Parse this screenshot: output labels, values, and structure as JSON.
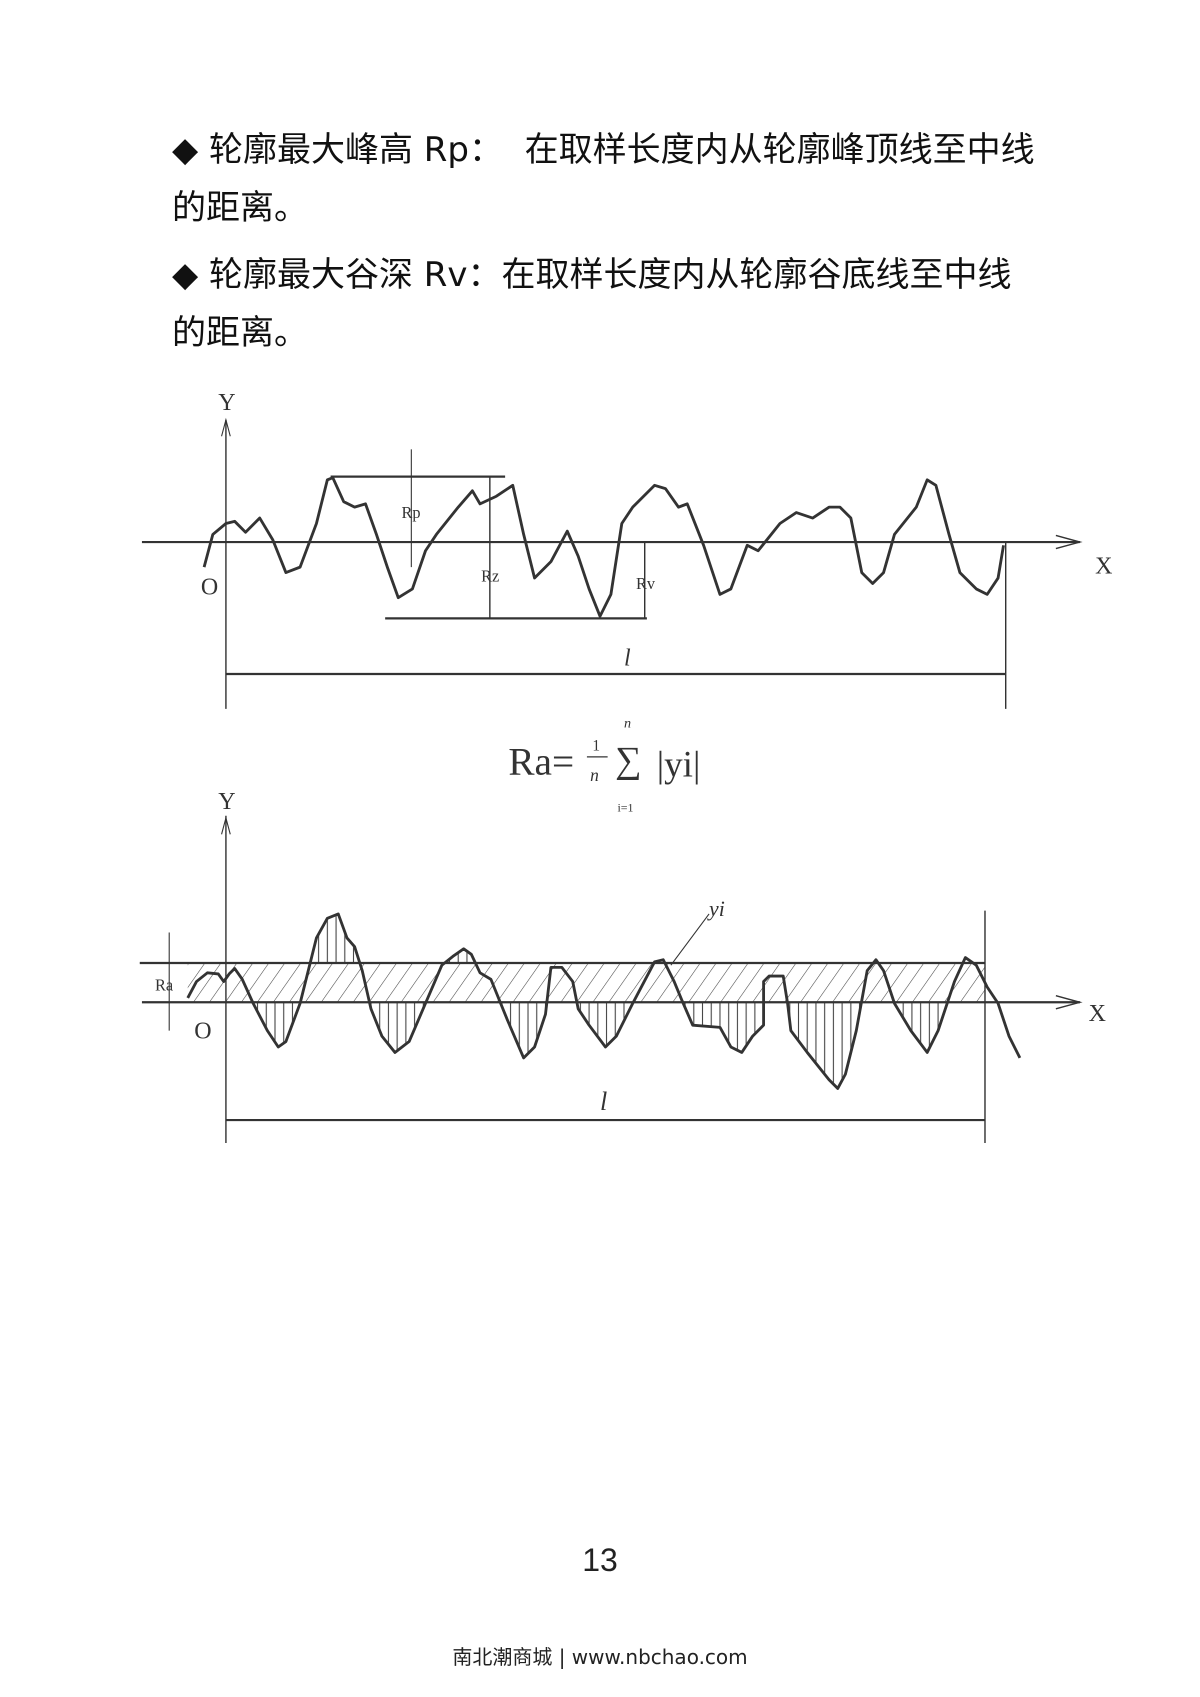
{
  "paragraphs": [
    {
      "line1": "◆ 轮廓最大峰高 Rp：  在取样长度内从轮廓峰顶线至中线",
      "line2": "的距离。"
    },
    {
      "line1": "◆ 轮廓最大谷深 Rv：在取样长度内从轮廓谷底线至中线",
      "line2": "的距离。"
    }
  ],
  "diagram1": {
    "y_label": "Y",
    "x_label": "X",
    "origin": "O",
    "rp": "Rp",
    "rz": "Rz",
    "rv": "Rv",
    "length": "l"
  },
  "formula": {
    "lhs": "Ra=",
    "num": "1",
    "den": "n",
    "sigma": "∑",
    "upper": "n",
    "lower": "i=1",
    "term": "|yi|"
  },
  "diagram2": {
    "y_label": "Y",
    "x_label": "X",
    "origin": "O",
    "ra": "Ra",
    "yi": "yi",
    "length": "l"
  },
  "page_number": "13",
  "footer": "南北潮商城 | www.nbchao.com"
}
